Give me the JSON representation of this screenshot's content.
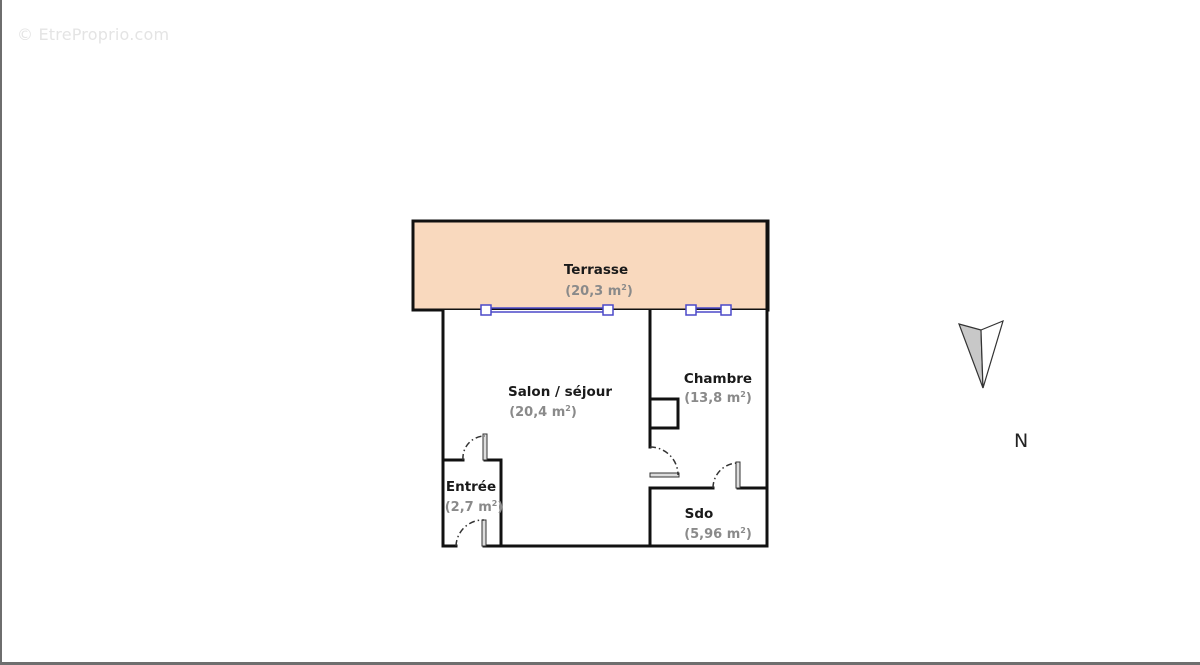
{
  "watermark": "© EtreProprio.com",
  "colors": {
    "terrace_fill": "#F9D9BE",
    "wall": "#111111",
    "window": "#4B49C8",
    "area_text": "#8a8a8a",
    "frame_border": "#6e6e6e"
  },
  "rooms": [
    {
      "id": "terrasse",
      "name": "Terrasse",
      "area": "(20,3 m",
      "unit_sup": "2",
      "close": ")"
    },
    {
      "id": "salon",
      "name": "Salon / séjour",
      "area": "(20,4 m",
      "unit_sup": "2",
      "close": ")"
    },
    {
      "id": "chambre",
      "name": "Chambre",
      "area": "(13,8 m",
      "unit_sup": "2",
      "close": ")"
    },
    {
      "id": "entree",
      "name": "Entrée",
      "area": "(2,7 m",
      "unit_sup": "2",
      "close": ")"
    },
    {
      "id": "sdo",
      "name": "Sdo",
      "area": "(5,96 m",
      "unit_sup": "2",
      "close": ")"
    }
  ],
  "compass": {
    "label": "N",
    "icon": "north-arrow-icon"
  }
}
